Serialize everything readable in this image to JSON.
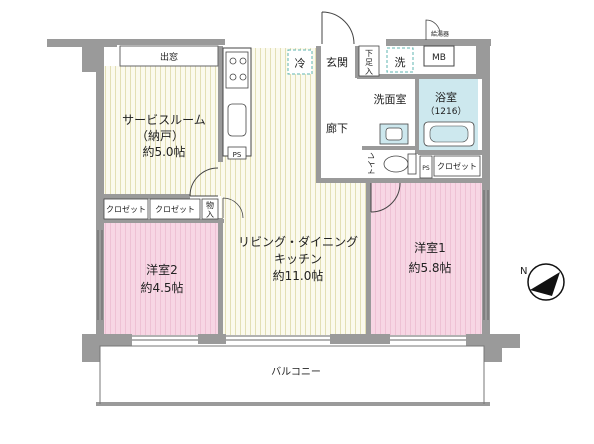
{
  "rooms": {
    "service_room": {
      "line1": "サービスルーム",
      "line2": "（納戸）",
      "line3": "約5.0帖"
    },
    "ldk": {
      "line1": "リビング・ダイニング",
      "line2": "キッチン",
      "line3": "約11.0帖"
    },
    "western2": {
      "line1": "洋室2",
      "line2": "約4.5帖"
    },
    "western1": {
      "line1": "洋室1",
      "line2": "約5.8帖"
    },
    "washroom": "洗面室",
    "bath": {
      "line1": "浴室",
      "line2": "（1216）"
    },
    "hall": "廊下",
    "entrance": "玄関",
    "toilet": "トイレ",
    "balcony": "バルコニー"
  },
  "labels": {
    "bay_window": "出窓",
    "fridge": "冷",
    "washer": "洗",
    "shoe_storage": [
      "下",
      "足",
      "入"
    ],
    "ps": "PS",
    "closet": "クロゼット",
    "storage": [
      "物",
      "入"
    ],
    "meter_box": "給湯器",
    "mb": "MB"
  },
  "colors": {
    "wall": "#9a9a9a",
    "floor_pink": "#f6d3e2",
    "floor_stripe": "#ece9c8",
    "floor_blue": "#cde8ee",
    "floor_white": "#ffffff",
    "dashed_box": "#8fd0cc"
  }
}
